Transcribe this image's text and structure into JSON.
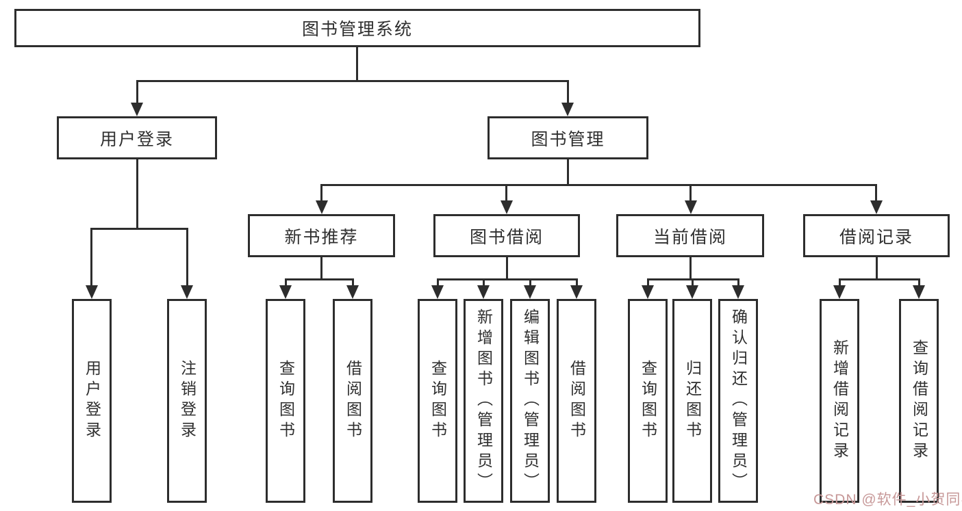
{
  "tree": {
    "root": {
      "label": "图书管理系统"
    },
    "user_login": {
      "label": "用户登录",
      "children": [
        {
          "label": "用户登录"
        },
        {
          "label": "注销登录"
        }
      ]
    },
    "book_mgmt": {
      "label": "图书管理",
      "children": [
        {
          "label": "新书推荐",
          "children": [
            {
              "label": "查询图书"
            },
            {
              "label": "借阅图书"
            }
          ]
        },
        {
          "label": "图书借阅",
          "children": [
            {
              "label": "查询图书"
            },
            {
              "label": "新增图书（管理员）"
            },
            {
              "label": "编辑图书（管理员）"
            },
            {
              "label": "借阅图书"
            }
          ]
        },
        {
          "label": "当前借阅",
          "children": [
            {
              "label": "查询图书"
            },
            {
              "label": "归还图书"
            },
            {
              "label": "确认归还（管理员）"
            }
          ]
        },
        {
          "label": "借阅记录",
          "children": [
            {
              "label": "新增借阅记录"
            },
            {
              "label": "查询借阅记录"
            }
          ]
        }
      ]
    }
  },
  "watermark": {
    "text": "CSDN @软件_小贺同学"
  },
  "colors": {
    "line": "#2d2d2d",
    "box_bg": "#ffffff",
    "watermark": "#c79898"
  }
}
